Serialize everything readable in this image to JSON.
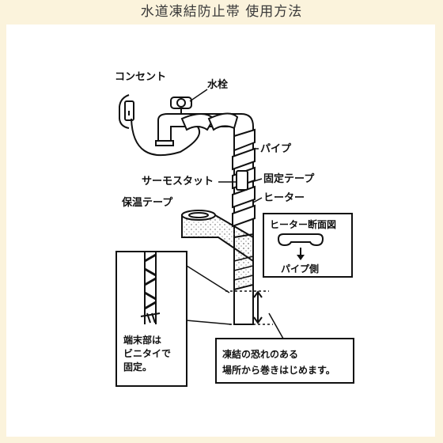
{
  "header": {
    "title": "水道凍結防止帯 使用方法"
  },
  "labels": {
    "outlet": "コンセント",
    "faucet": "水栓",
    "pipe": "パイプ",
    "thermostat": "サーモスタット",
    "fixing_tape": "固定テープ",
    "heater": "ヒーター",
    "insulation_tape": "保温テープ"
  },
  "cross_section": {
    "title": "ヒーター断面図",
    "pipe_side": "パイプ側"
  },
  "end_note": {
    "line1": "端末部は",
    "line2": "ビニタイで",
    "line3": "固定。"
  },
  "start_note": {
    "line1": "凍結の恐れのある",
    "line2": "場所から巻きはじめます。"
  },
  "colors": {
    "background": "#fbf3dc",
    "panel": "#ffffff",
    "line": "#111111"
  }
}
